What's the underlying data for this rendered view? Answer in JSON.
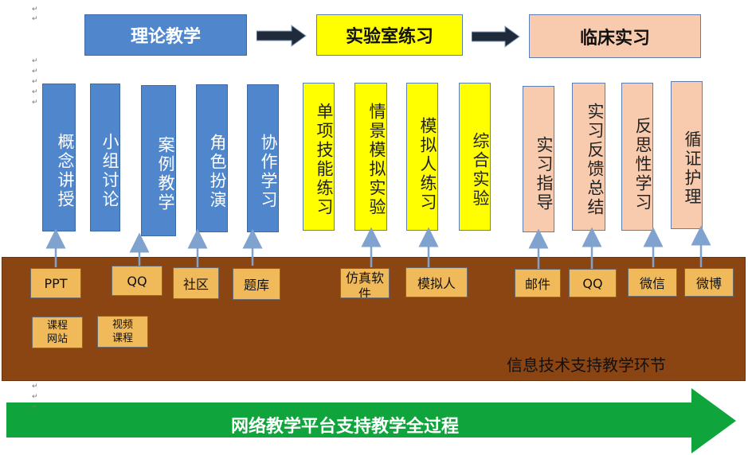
{
  "stages": [
    {
      "label": "理论教学",
      "color": "#4f86cc"
    },
    {
      "label": "实验室练习",
      "color": "#ffff00"
    },
    {
      "label": "临床实习",
      "color": "#f9cbae"
    }
  ],
  "methods": [
    {
      "label": "概念讲授",
      "group": "blue"
    },
    {
      "label": "小组讨论",
      "group": "blue"
    },
    {
      "label": "案例教学",
      "group": "blue"
    },
    {
      "label": "角色扮演",
      "group": "blue"
    },
    {
      "label": "协作学习",
      "group": "blue"
    },
    {
      "label": "单项技能练习",
      "group": "yellow"
    },
    {
      "label": "情景模拟实验",
      "group": "yellow"
    },
    {
      "label": "模拟人练习",
      "group": "yellow"
    },
    {
      "label": "综合实验",
      "group": "yellow"
    },
    {
      "label": "实习指导",
      "group": "peach"
    },
    {
      "label": "实习反馈总结",
      "group": "peach"
    },
    {
      "label": "反思性学习",
      "group": "peach"
    },
    {
      "label": "循证护理",
      "group": "peach"
    }
  ],
  "tools": [
    {
      "label": "PPT"
    },
    {
      "label": "QQ"
    },
    {
      "label": "社区"
    },
    {
      "label": "题库"
    },
    {
      "label": "仿真软件"
    },
    {
      "label": "模拟人"
    },
    {
      "label": "邮件"
    },
    {
      "label": "QQ"
    },
    {
      "label": "微信"
    },
    {
      "label": "微博"
    },
    {
      "label": "课程网站"
    },
    {
      "label": "视频课程"
    }
  ],
  "it_band": {
    "label": "信息技术支持教学环节",
    "color": "#8b4513"
  },
  "platform_arrow": {
    "label": "网络教学平台支持教学全过程",
    "color": "#10a53c"
  }
}
